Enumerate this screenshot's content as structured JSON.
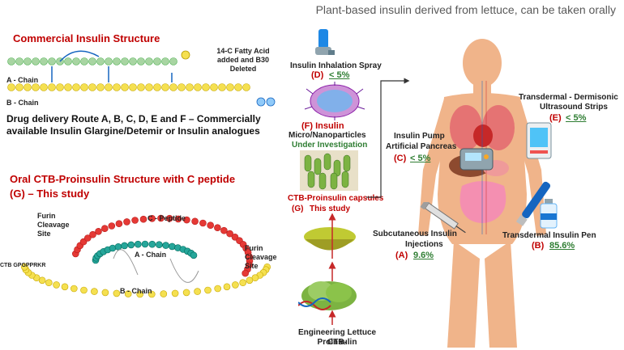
{
  "title": "Plant-based insulin derived from lettuce, can be taken orally",
  "commercial": {
    "heading": "Commercial Insulin Structure",
    "fatty_acid_note": "14-C Fatty Acid added and B30 Deleted",
    "a_chain": "A - Chain",
    "b_chain": "B - Chain",
    "delivery_text": "Drug delivery Route A, B, C, D, E and F – Commercially available Insulin Glargine/Detemir or Insulin analogues"
  },
  "oral": {
    "heading_line1": "Oral CTB-Proinsulin Structure with C peptide",
    "heading_line2": "(G) – This study",
    "c_peptide": "C - Peptide",
    "a_chain": "A - Chain",
    "b_chain": "B - Chain",
    "furin_left": "Furin Cleavage Site",
    "furin_right": "Furin Cleavage Site",
    "linker": "CTB GPGPPRKR"
  },
  "routes": {
    "inhalation": {
      "label": "Insulin Inhalation Spray",
      "code": "(D)",
      "pct": "< 5%"
    },
    "nano": {
      "label_line1": "(F) Insulin",
      "label_line2": "Micro/Nanoparticles",
      "status": "Under Investigation"
    },
    "capsules": {
      "label": "CTB-Proinsulin capsules",
      "code": "(G)",
      "note": "This study"
    },
    "pump": {
      "label_line1": "Insulin Pump",
      "label_line2": "Artificial Pancreas",
      "code": "(C)",
      "pct": "< 5%"
    },
    "transdermal": {
      "label_line1": "Transdermal - Dermisonic",
      "label_line2": "Ultrasound Strips",
      "code": "(E)",
      "pct": "< 5%"
    },
    "subcutaneous": {
      "label_line1": "Subcutaneous Insulin",
      "label_line2": "Injections",
      "code": "(A)",
      "pct": "9.6%"
    },
    "pen": {
      "label": "Transdermal Insulin Pen",
      "code": "(B)",
      "pct": "85.6%"
    },
    "lettuce": {
      "label_line1": "Engineering Lettuce CTB-",
      "label_line2": "Proinsulin"
    }
  },
  "colors": {
    "heading_red": "#c00000",
    "pct_green": "#2e7d32",
    "a_chain_bead": "#a8d5a2",
    "b_chain_bead": "#f5e050",
    "c_peptide_bead": "#e53935",
    "a_chain_bead_oral": "#26a69a"
  }
}
